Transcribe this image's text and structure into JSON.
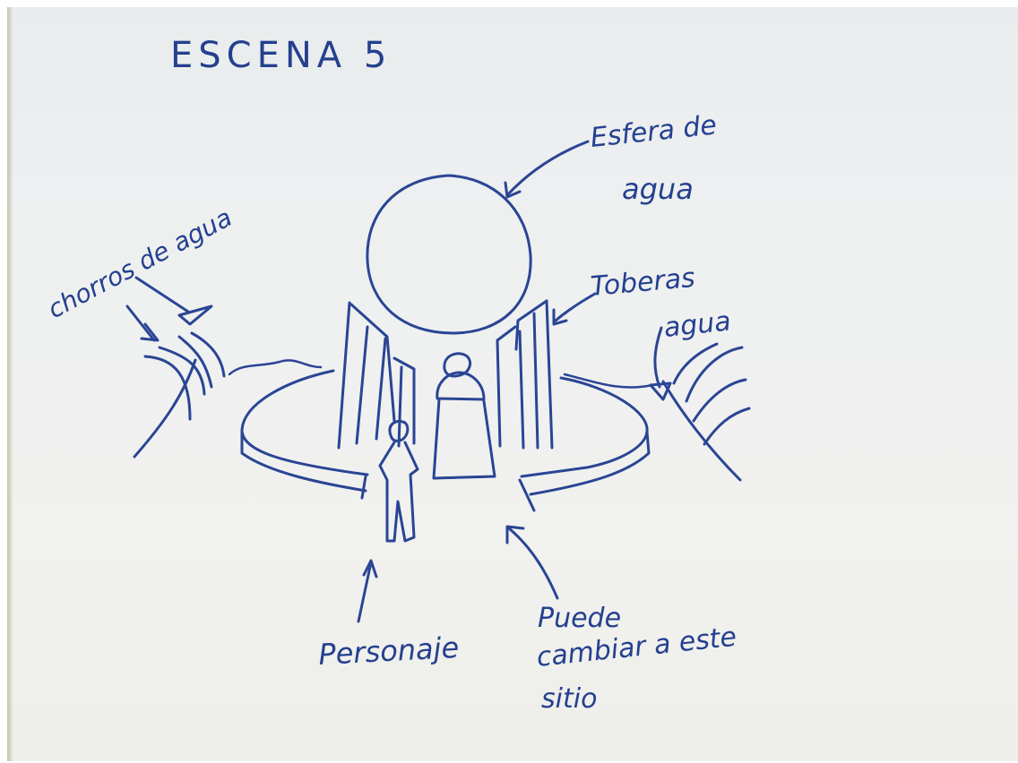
{
  "sketch": {
    "title": "ESCENA 5",
    "labels": {
      "sphere_line1": "Esfera de",
      "sphere_line2": "agua",
      "jets": "chorros de agua",
      "tubes": "Toberas",
      "water": "agua",
      "character": "Personaje",
      "change_line1": "Puede",
      "change_line2": "cambiar a este",
      "change_line3": "sitio"
    },
    "ink_color": "#2a4594",
    "paper_color": "#eeefee"
  }
}
